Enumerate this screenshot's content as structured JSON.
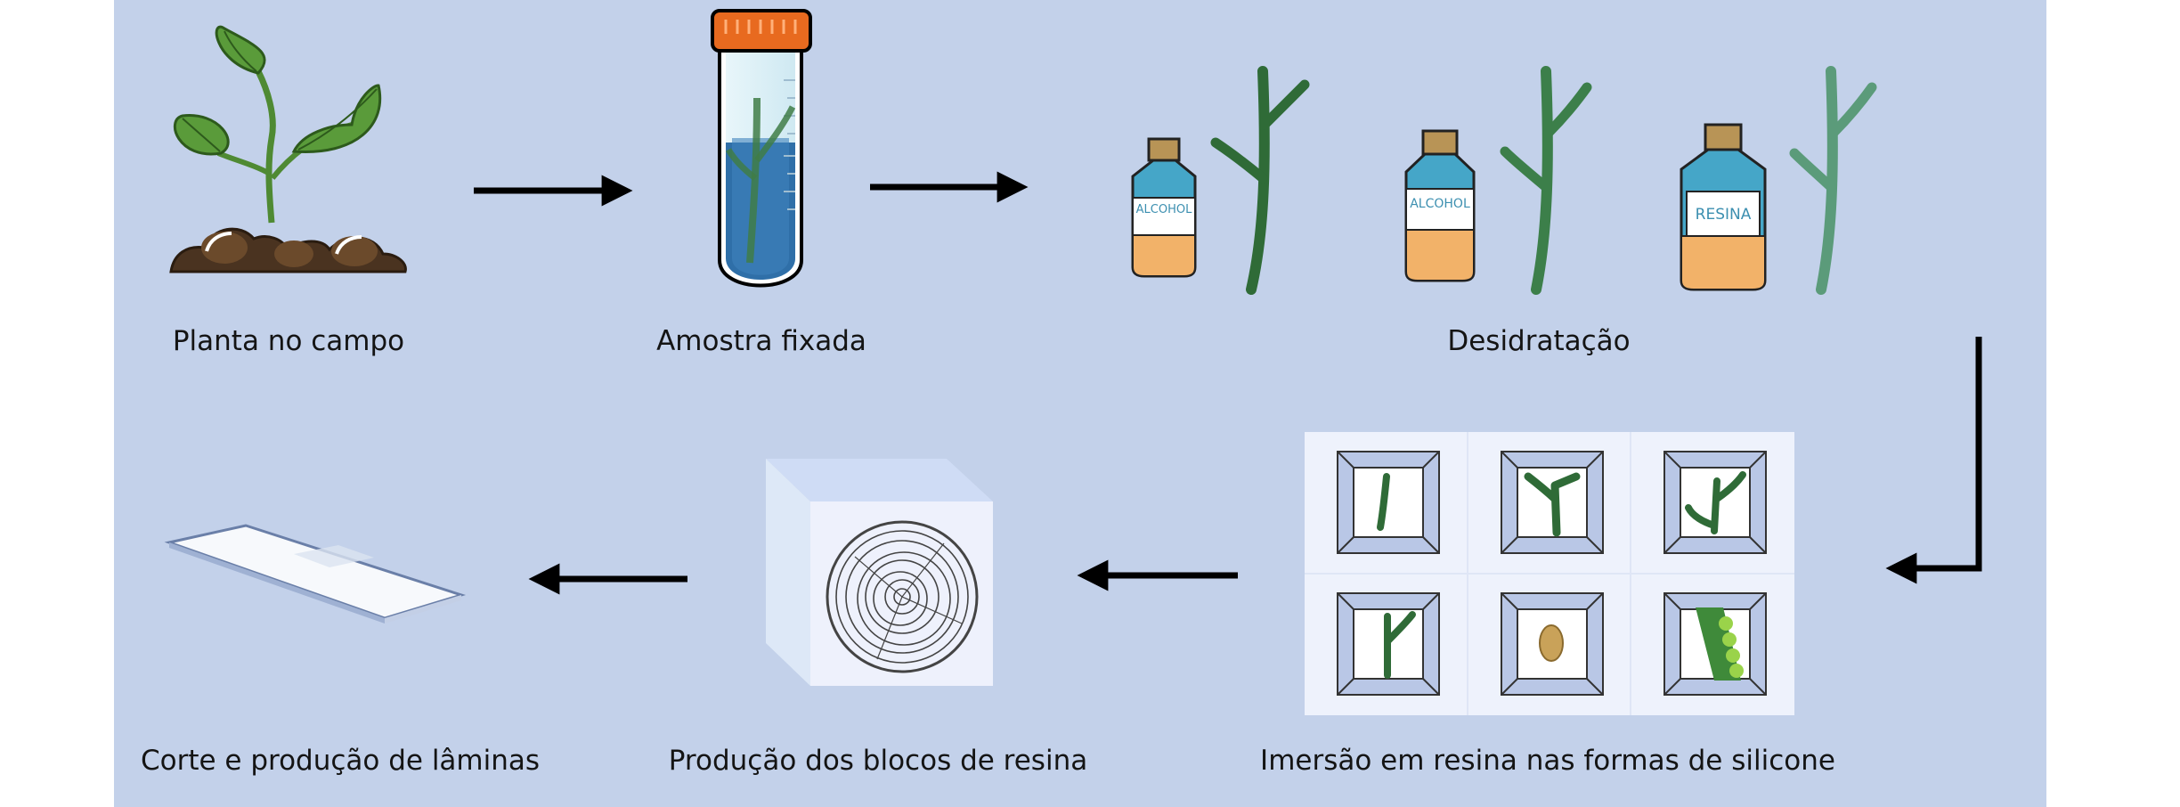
{
  "steps": {
    "planta": "Planta no campo",
    "amostra": "Amostra fixada",
    "desidratacao": "Desidratação",
    "imersao": "Imersão em resina nas formas de silicone",
    "blocos": "Produção dos blocos de resina",
    "corte": "Corte e produção de lâminas"
  },
  "bottles": {
    "alcohol_1": "ALCOHOL",
    "alcohol_2": "ALCOHOL",
    "resina": "RESINA"
  },
  "colors": {
    "background": "#c3d1ea",
    "leaf_green": "#2f6b37",
    "tube_cap": "#e86a1f",
    "tube_liquid": "#2f6fa8",
    "bottle_teal": "#45a6c8",
    "bottle_label": "#ffffff",
    "bottle_bottom": "#f2b269"
  },
  "icons": [
    "plant-icon",
    "test-tube-icon",
    "alcohol-bottle-icon",
    "resin-bottle-icon",
    "silicone-mold-icon",
    "resin-block-icon",
    "glass-slide-icon",
    "arrow-icon"
  ]
}
